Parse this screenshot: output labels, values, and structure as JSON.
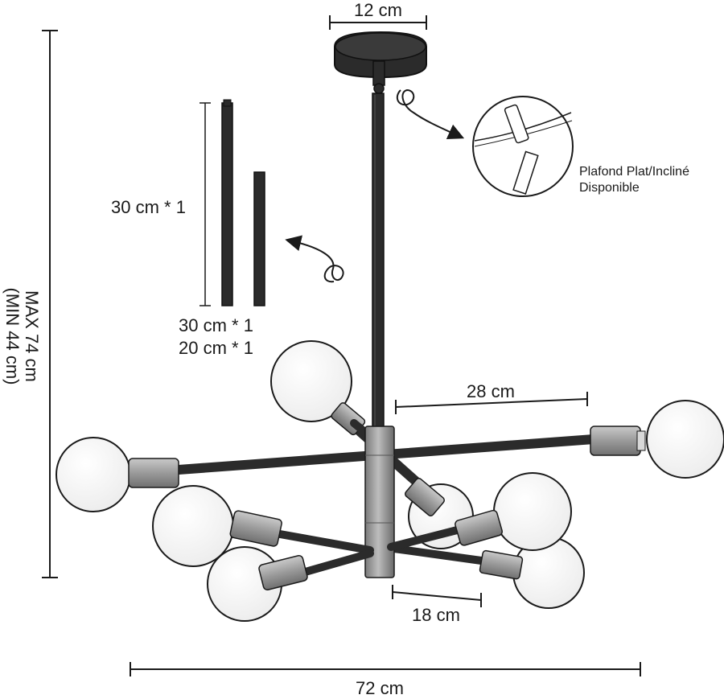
{
  "dimensions": {
    "canopy_width": "12 cm",
    "arm_span": "28 cm",
    "lower_span": "18 cm",
    "total_width": "72 cm",
    "height_max": "MAX 74 cm",
    "height_min": "(MIN 44 cm)"
  },
  "rods": {
    "long_label": "30 cm * 1",
    "included_long": "30 cm * 1",
    "included_short": "20 cm * 1"
  },
  "ceiling_note": {
    "line1": "Plafond Plat/Incliné",
    "line2": "Disponible"
  },
  "colors": {
    "metal_dark": "#2b2b2b",
    "socket_grey": "#9a9a9a",
    "bulb_fill": "#f7f7f7",
    "line": "#1a1a1a"
  }
}
